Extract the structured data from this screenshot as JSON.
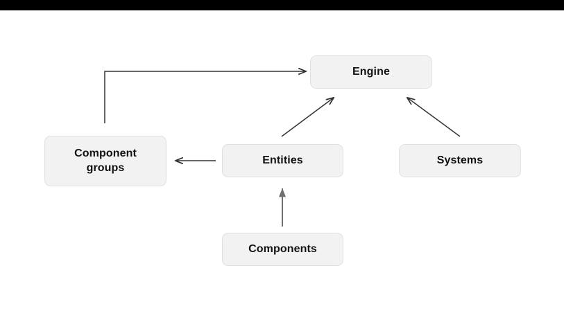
{
  "diagram": {
    "title": "Entity Component System architecture diagram",
    "background_color": "#ffffff",
    "top_bar_color": "#000000",
    "node_fill": "#f2f2f2",
    "node_border": "#e0e0e0",
    "edge_color": "#333333",
    "text_color": "#121212",
    "nodes": [
      {
        "id": "engine",
        "label": "Engine"
      },
      {
        "id": "component-groups",
        "label": "Component\ngroups"
      },
      {
        "id": "entities",
        "label": "Entities"
      },
      {
        "id": "systems",
        "label": "Systems"
      },
      {
        "id": "components",
        "label": "Components"
      }
    ],
    "edges": [
      {
        "id": "component-groups-to-engine",
        "from": "Component groups",
        "to": "Engine",
        "style": "elbow",
        "arrow": "end"
      },
      {
        "id": "entities-to-engine",
        "from": "Entities",
        "to": "Engine",
        "style": "diagonal",
        "arrow": "end"
      },
      {
        "id": "systems-to-engine",
        "from": "Systems",
        "to": "Engine",
        "style": "diagonal",
        "arrow": "end"
      },
      {
        "id": "entities-to-component-groups",
        "from": "Entities",
        "to": "Component groups",
        "style": "horizontal",
        "arrow": "end"
      },
      {
        "id": "components-to-entities",
        "from": "Components",
        "to": "Entities",
        "style": "vertical",
        "arrow": "end"
      }
    ]
  }
}
